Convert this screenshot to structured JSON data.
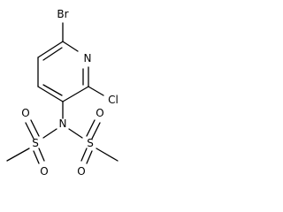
{
  "molecule": {
    "atoms": {
      "br": "Br",
      "n_ring": "N",
      "cl": "Cl",
      "n_amide": "N",
      "s_left": "S",
      "s_right": "S",
      "o_left_top": "O",
      "o_left_bottom": "O",
      "o_right_top": "O",
      "o_right_bottom": "O"
    }
  }
}
